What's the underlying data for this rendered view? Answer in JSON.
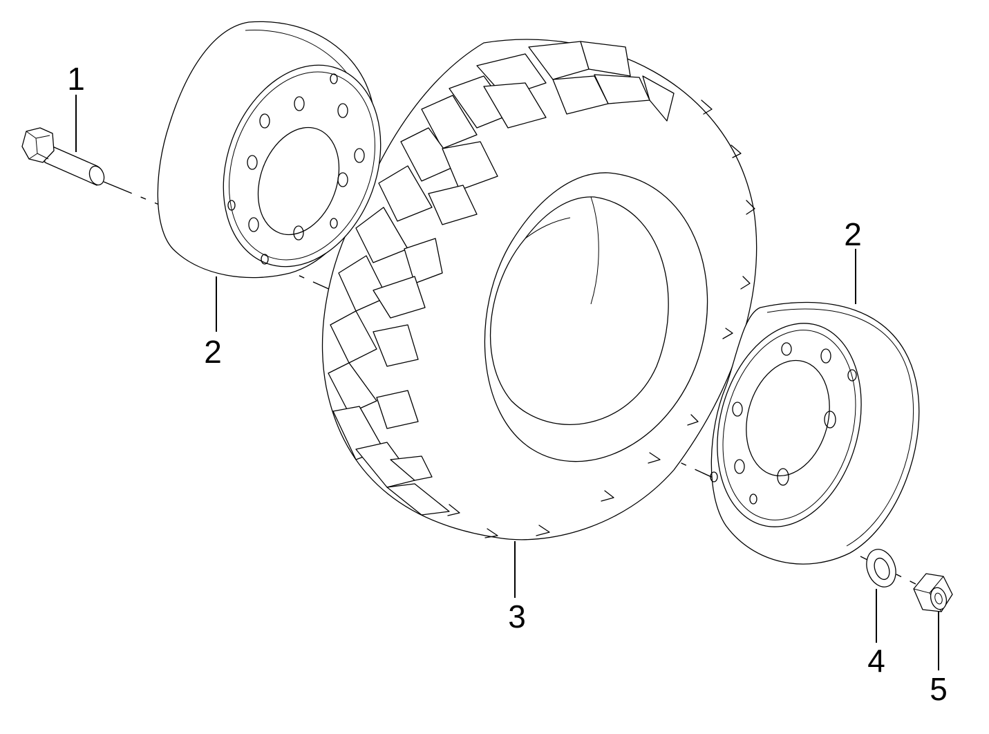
{
  "diagram": {
    "callouts": {
      "bolt": "1",
      "rim_left": "2",
      "rim_right": "2",
      "tire": "3",
      "washer": "4",
      "nut": "5"
    },
    "line_color": "#000000",
    "background": "#ffffff"
  }
}
